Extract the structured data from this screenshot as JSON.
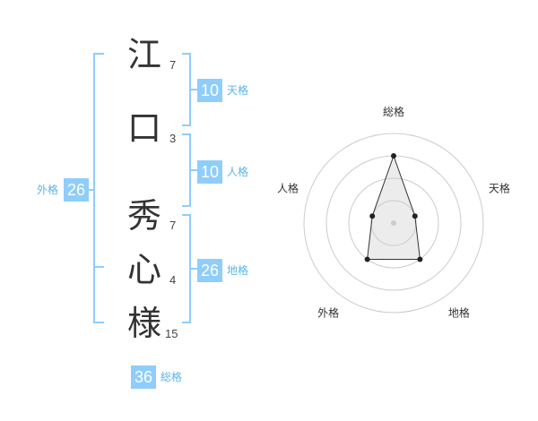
{
  "name": {
    "characters": [
      {
        "char": "江",
        "strokes": "7"
      },
      {
        "char": "口",
        "strokes": "3"
      },
      {
        "char": "秀",
        "strokes": "7"
      },
      {
        "char": "心",
        "strokes": "4"
      },
      {
        "char": "様",
        "strokes": "15"
      }
    ]
  },
  "fortune": {
    "tenkaku": {
      "value": "10",
      "label": "天格"
    },
    "jinkaku": {
      "value": "10",
      "label": "人格"
    },
    "chikaku": {
      "value": "26",
      "label": "地格"
    },
    "gaikaku": {
      "value": "26",
      "label": "外格"
    },
    "soukaku": {
      "value": "36",
      "label": "総格"
    }
  },
  "colors": {
    "badge": "#8fcdfb",
    "bracket": "#8fcdfb",
    "badge_label": "#5bb4ea"
  },
  "chart_data": {
    "type": "radar",
    "axes": [
      "総格",
      "天格",
      "地格",
      "外格",
      "人格"
    ],
    "rings": 4,
    "values": [
      3,
      1,
      2,
      2,
      1
    ],
    "max": 4
  }
}
